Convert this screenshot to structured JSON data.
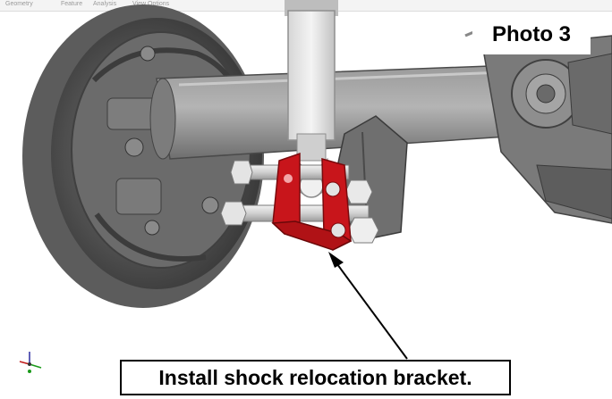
{
  "photo_label": "Photo 3",
  "caption": "Install shock relocation bracket.",
  "toolbar_tabs": [
    "Geometry",
    "Feature",
    "Analysis",
    "View Options"
  ],
  "colors": {
    "bracket": "#c8151b",
    "metal": "#8c8c8c",
    "shock_body": "#e8e8e8",
    "bolt": "#d9d9d9",
    "label_text": "#000000",
    "arrow": "#000000"
  }
}
